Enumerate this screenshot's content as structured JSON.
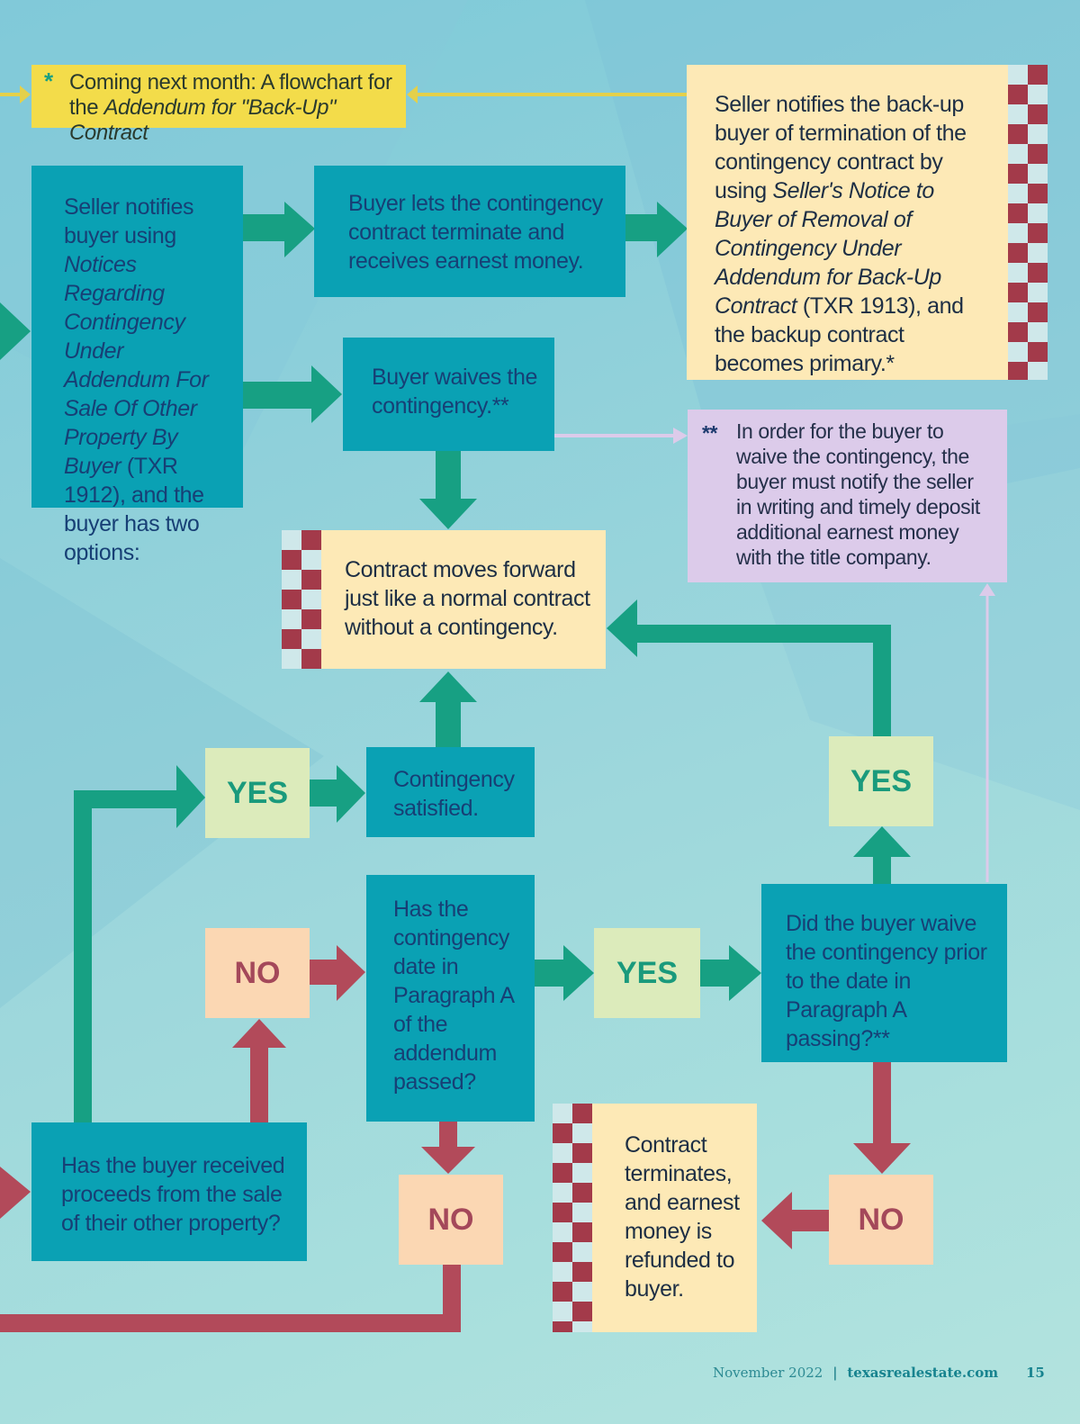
{
  "banner": {
    "asterisk": "*",
    "line1": "Coming next month: A flowchart for",
    "line2_prefix": "the ",
    "line2_italic": "Addendum for \"Back-Up\" Contract"
  },
  "nodes": {
    "seller_notifies": {
      "plain1": "Seller notifies buyer using",
      "italic": "Notices Regarding Contingency Under Addendum For Sale Of Other Property By Buyer",
      "plain2": "(TXR 1912), and the buyer has two options:"
    },
    "buyer_terminates": "Buyer lets the contingency contract terminate and receives earnest money.",
    "buyer_waives": "Buyer waives the contingency.**",
    "backup_notice": {
      "plain1": "Seller notifies the back-up buyer of termination of the contingency contract by using ",
      "italic": "Seller's Notice to Buyer of Removal of Contingency Under Addendum for Back-Up Contract",
      "plain2": " (TXR 1913), and the backup contract becomes primary.*"
    },
    "waive_note": {
      "marker": "**",
      "text": "In order for the buyer to waive the contingency, the buyer must notify the seller in writing and timely deposit additional earnest money with the title company."
    },
    "moves_forward": "Contract moves forward just like a normal contract without a contingency.",
    "contingency_satisfied": "Contingency satisfied.",
    "date_passed_q": "Has the contingency date in Paragraph A of the addendum passed?",
    "waived_prior_q": "Did the buyer waive the contingency prior to the date in Paragraph A passing?**",
    "received_proceeds_q": "Has the buyer received proceeds from the sale of their other property?",
    "terminates_refund": "Contract terminates, and earnest money is refunded to buyer."
  },
  "labels": {
    "yes": "YES",
    "no": "NO"
  },
  "footer": {
    "date": "November 2022",
    "separator": "|",
    "site": "texasrealestate.com",
    "page": "15"
  },
  "colors": {
    "teal_box": "#0aa1b4",
    "cream_box": "#fde9b6",
    "yes_arrow": "#17a083",
    "no_arrow": "#b24a5a",
    "banner": "#f3dc4a",
    "note": "#dccbea"
  }
}
